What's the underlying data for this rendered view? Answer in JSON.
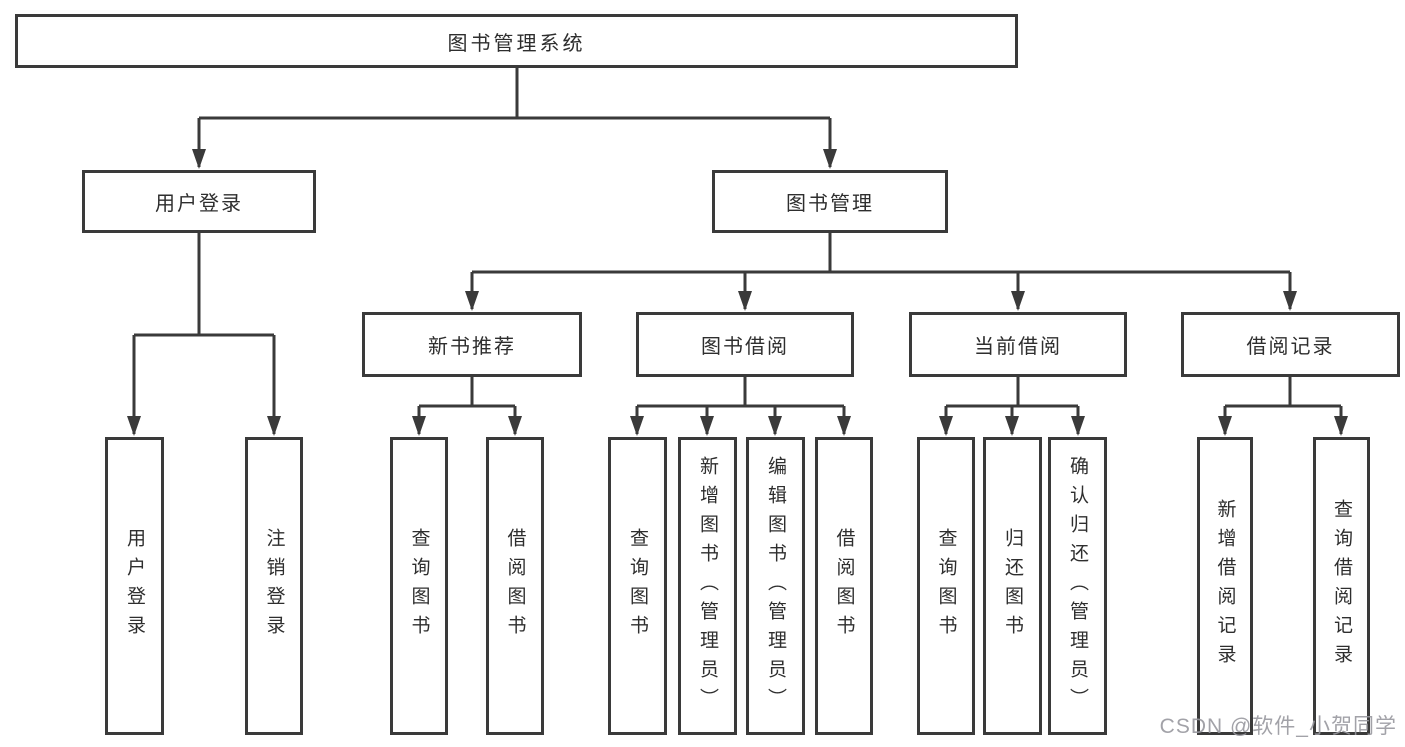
{
  "diagram": {
    "root": {
      "label": "图书管理系统"
    },
    "level2": [
      {
        "label": "用户登录",
        "children": [
          {
            "label": "用户登录"
          },
          {
            "label": "注销登录"
          }
        ]
      },
      {
        "label": "图书管理"
      }
    ],
    "level3": [
      {
        "label": "新书推荐",
        "children": [
          {
            "label": "查询图书"
          },
          {
            "label": "借阅图书"
          }
        ]
      },
      {
        "label": "图书借阅",
        "children": [
          {
            "label": "查询图书"
          },
          {
            "label": "新增图书（管理员）"
          },
          {
            "label": "编辑图书（管理员）"
          },
          {
            "label": "借阅图书"
          }
        ]
      },
      {
        "label": "当前借阅",
        "children": [
          {
            "label": "查询图书"
          },
          {
            "label": "归还图书"
          },
          {
            "label": "确认归还（管理员）"
          }
        ]
      },
      {
        "label": "借阅记录",
        "children": [
          {
            "label": "新增借阅记录"
          },
          {
            "label": "查询借阅记录"
          }
        ]
      }
    ],
    "watermark": "CSDN @软件_小贺同学",
    "colors": {
      "line": "#3a3a3a",
      "text": "#2e2e2e",
      "watermark": "#98989e"
    }
  }
}
